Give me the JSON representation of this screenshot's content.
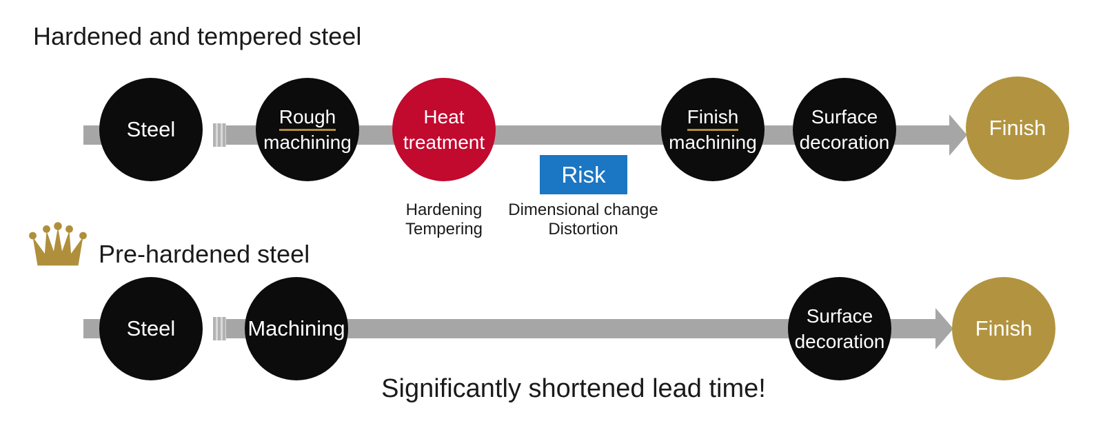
{
  "top_flow": {
    "title": "Hardened and tempered steel",
    "steps": [
      {
        "line1": "Steel",
        "line2": ""
      },
      {
        "line1": "Rough",
        "line2": "machining"
      },
      {
        "line1": "Heat",
        "line2": "treatment"
      },
      {
        "line1": "Finish",
        "line2": "machining"
      },
      {
        "line1": "Surface",
        "line2": "decoration"
      },
      {
        "line1": "Finish",
        "line2": ""
      }
    ],
    "heat_annotation": {
      "line1": "Hardening",
      "line2": "Tempering"
    },
    "risk": {
      "label": "Risk",
      "annotation_line1": "Dimensional change",
      "annotation_line2": "Distortion"
    }
  },
  "bottom_flow": {
    "title": "Pre-hardened steel",
    "steps": [
      {
        "line1": "Steel",
        "line2": ""
      },
      {
        "line1": "Machining",
        "line2": ""
      },
      {
        "line1": "Surface",
        "line2": "decoration"
      },
      {
        "line1": "Finish",
        "line2": ""
      }
    ],
    "banner": "Significantly shortened lead time!"
  },
  "icons": {
    "crown": "crown-icon"
  },
  "colors": {
    "step_black": "#0c0c0c",
    "heat_red": "#c2092e",
    "risk_blue": "#1b76c3",
    "finish_gold": "#b29440",
    "arrow_gray": "#a6a6a6",
    "underline_gold": "#b28e3c",
    "crown_gold": "#b08f3c"
  }
}
